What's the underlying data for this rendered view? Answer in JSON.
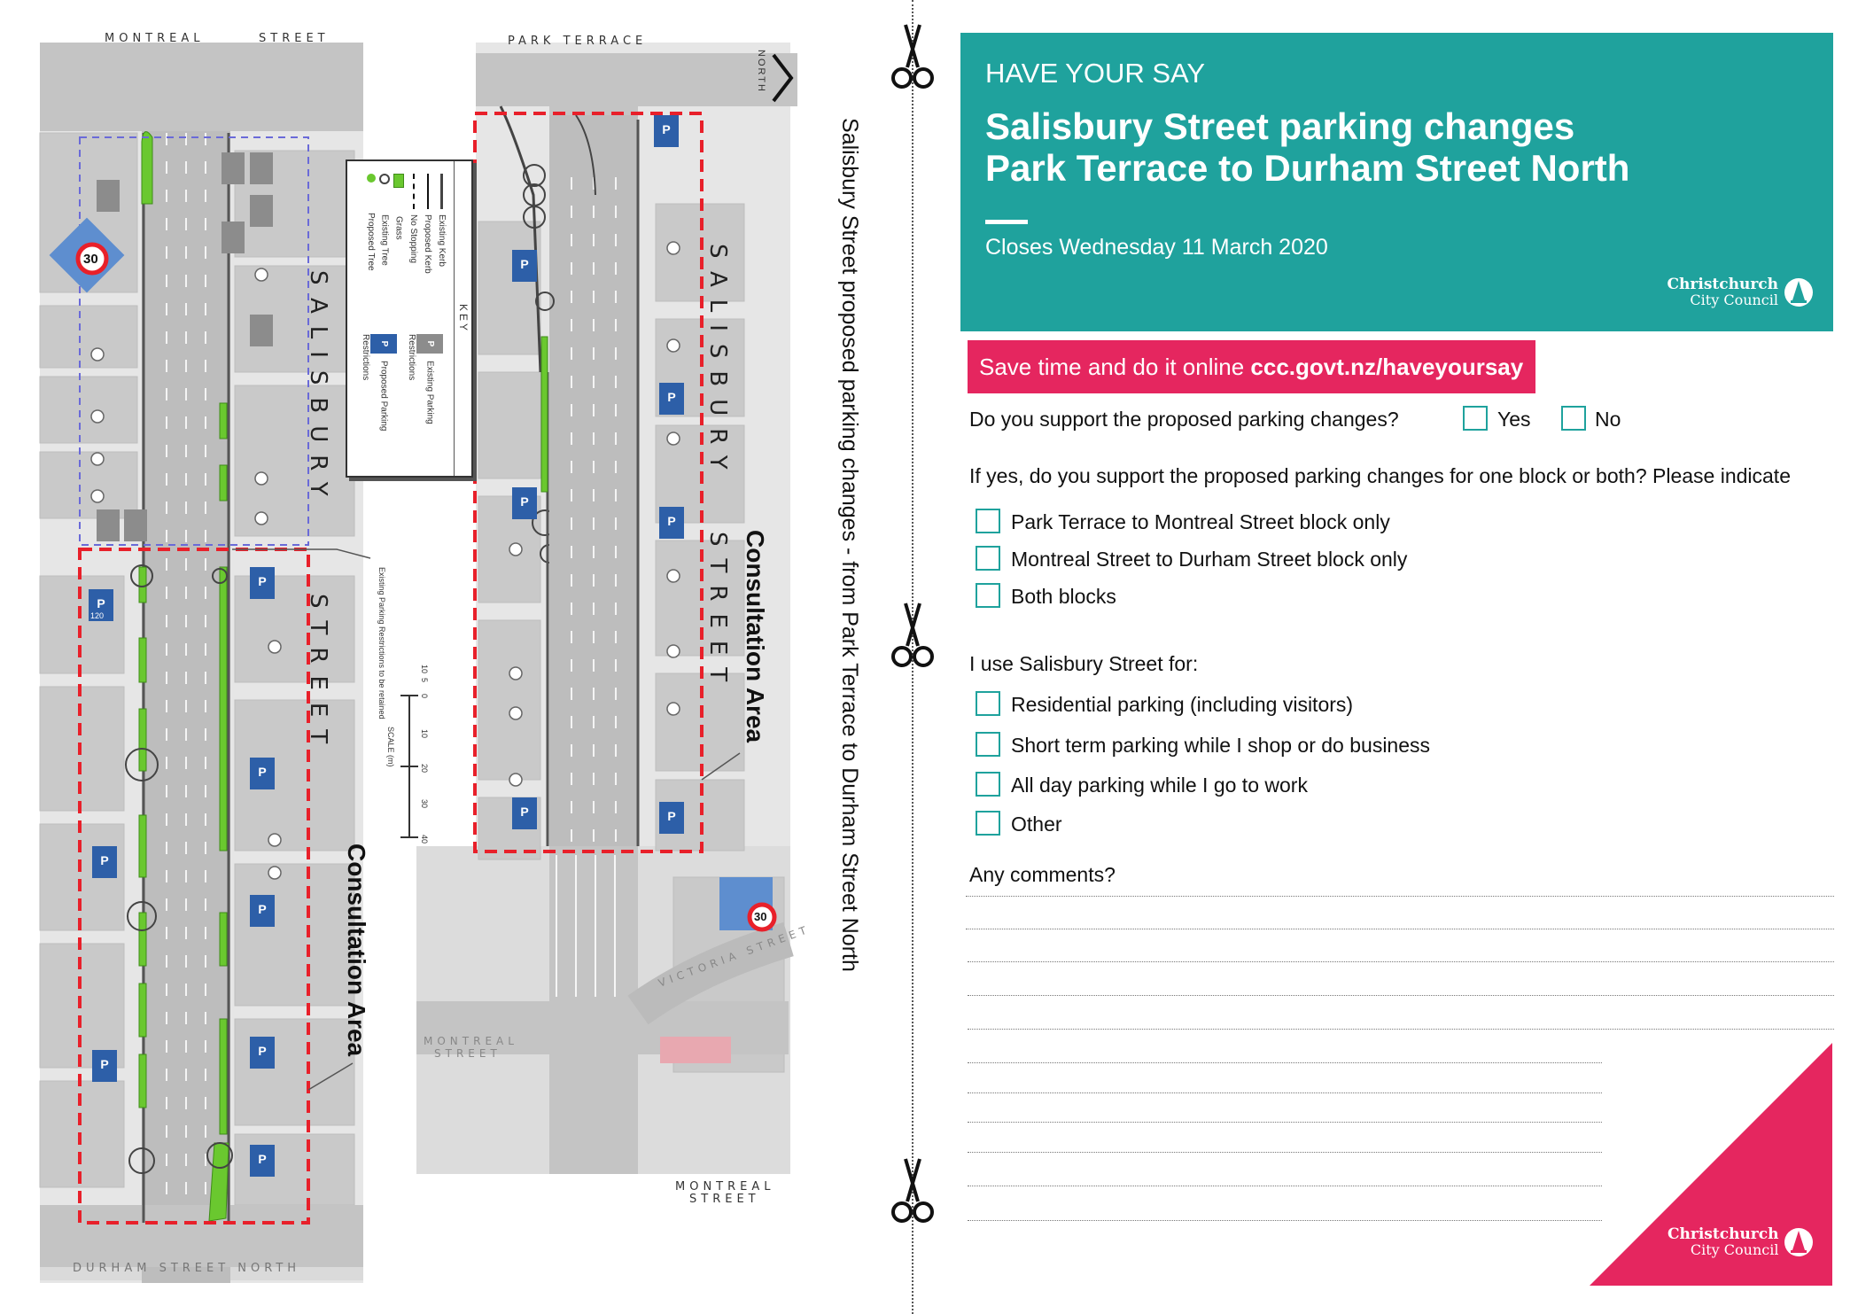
{
  "map": {
    "streets": {
      "montreal_top": "MONTREAL",
      "street_top": "STREET",
      "park_terrace": "PARK TERRACE",
      "north": "NORTH",
      "salisbury_left_1": "SALISBURY",
      "salisbury_left_2": "STREET",
      "salisbury_right_1": "SALISBURY",
      "salisbury_right_2": "STREET",
      "durham_bottom": "DURHAM STREET NORTH",
      "montreal_bottom_1": "MONTREAL",
      "montreal_bottom_2": "STREET",
      "montreal_mid_1": "MONTREAL",
      "montreal_mid_2": "STREET",
      "victoria": "VICTORIA STREET"
    },
    "consultation_left": "Consultation Area",
    "consultation_right": "Consultation Area",
    "retain_note": "Existing Parking Restrictions to be retained",
    "scale_label": "SCALE (m)",
    "scale_ticks": [
      "10",
      "5",
      "0",
      "10",
      "20",
      "30",
      "40"
    ],
    "speed_limit": "30",
    "parking_sign_letter": "P",
    "parking_sign_value": "120",
    "key": {
      "title": "KEY",
      "items": [
        "Existing Kerb",
        "Proposed Kerb",
        "No Stopping",
        "Grass",
        "Existing Tree",
        "Proposed Tree",
        "Existing Parking Restrictions",
        "Proposed Parking Restrictions"
      ]
    },
    "vertical_caption": "Salisbury Street proposed parking changes - from Park Terrace to Durham Street North"
  },
  "form": {
    "kicker": "HAVE YOUR SAY",
    "title_line1": "Salisbury Street parking changes",
    "title_line2": "Park Terrace to Durham Street North",
    "closes": "Closes Wednesday 11 March 2020",
    "logo_line1": "Christchurch",
    "logo_line2": "City Council",
    "banner_prefix": "Save time and do it online ",
    "banner_url": "ccc.govt.nz/haveyoursay",
    "q1": "Do you support the proposed parking changes?",
    "q1_yes": "Yes",
    "q1_no": "No",
    "q2": "If yes, do you support the proposed parking changes for one block or both? Please indicate",
    "q2_options": [
      "Park Terrace to Montreal  Street block only",
      "Montreal Street to Durham Street block only",
      "Both blocks"
    ],
    "q3": "I use Salisbury Street for:",
    "q3_options": [
      "Residential parking (including visitors)",
      "Short term parking while I shop or do business",
      "All day parking while I go to work",
      "Other"
    ],
    "comments": "Any comments?"
  },
  "colors": {
    "teal": "#1fa29d",
    "pink": "#e5265f",
    "consultation_border": "#e8202a",
    "existing_restriction_border": "#6a6ad8",
    "grass": "#6ac82f",
    "parking_sign": "#2d5fa8"
  }
}
